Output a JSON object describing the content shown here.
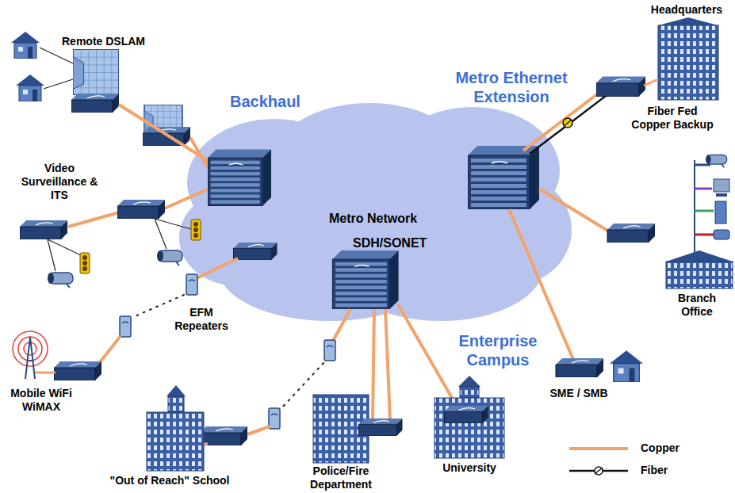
{
  "diagram": {
    "nodes": [
      {
        "text": [
          "Metro Network",
          "SDH/SONET"
        ]
      }
    ],
    "edges": [],
    "labels": [
      "Remote DSLAM",
      "Backhaul",
      "Video Surveillance & ITS",
      "EFM Repeaters",
      "Mobile WiFi WiMAX",
      "\"Out of Reach\" School",
      "Police/Fire Department",
      "University",
      "Enterprise Campus",
      "SME / SMB",
      "Branch Office",
      "Headquarters",
      "Fiber Fed Copper Backup",
      "Metro Ethernet Extension"
    ],
    "legend": [
      {
        "text": "Copper"
      },
      {
        "text": "Fiber"
      }
    ]
  }
}
